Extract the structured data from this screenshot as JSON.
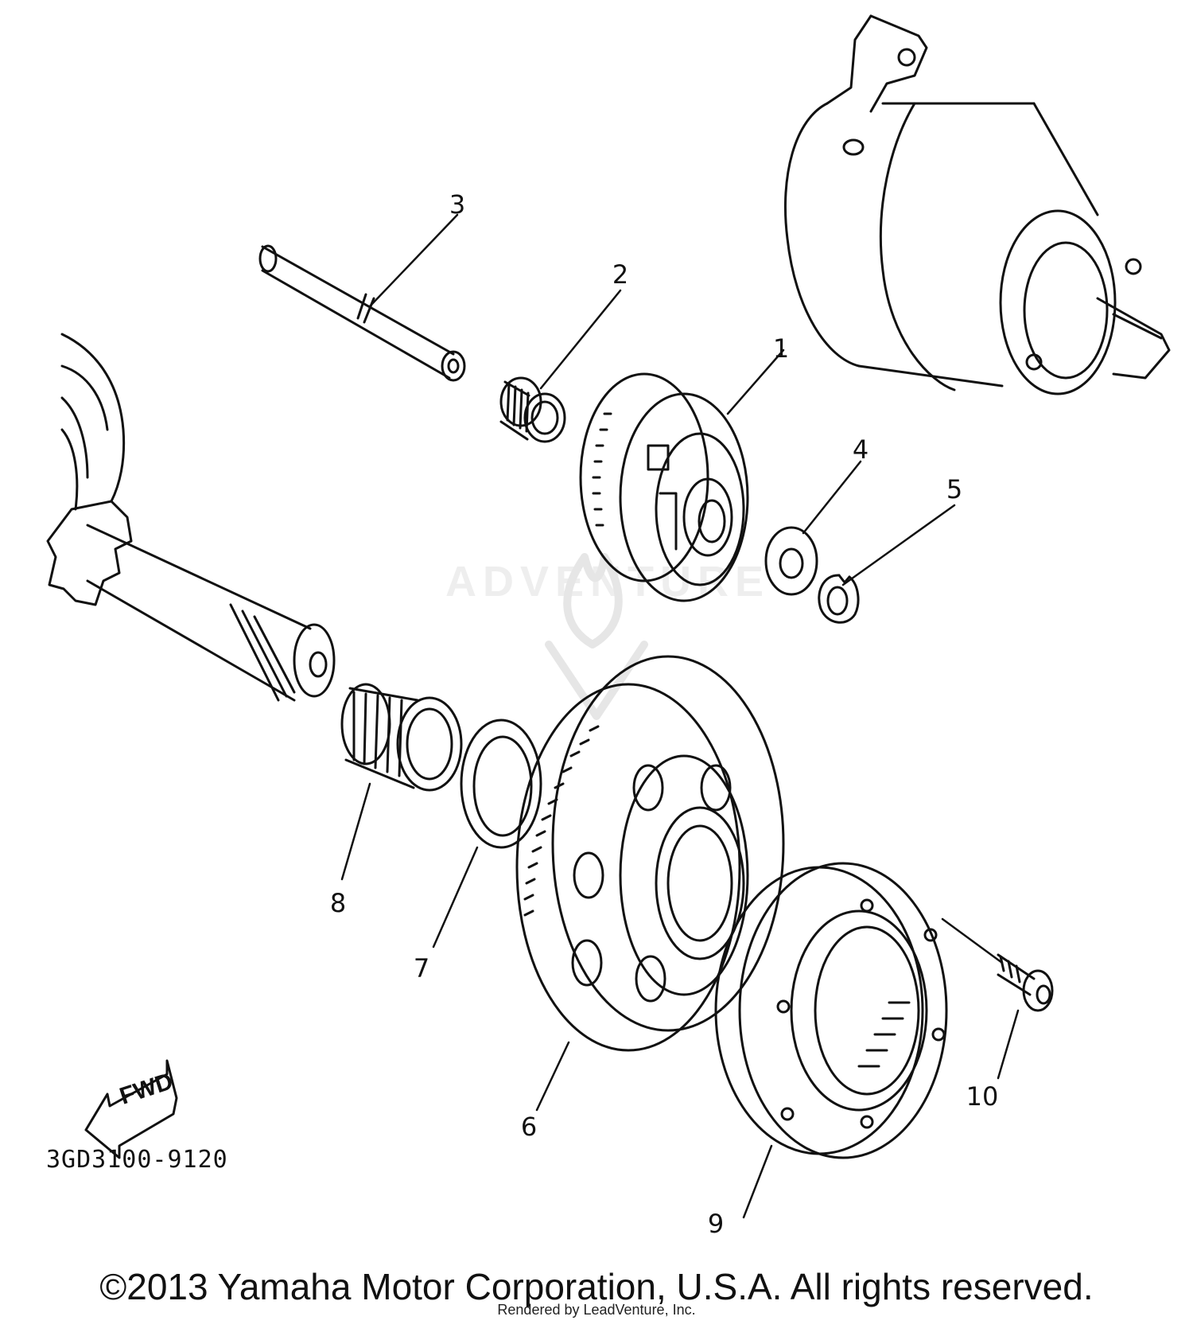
{
  "diagram": {
    "callouts": [
      {
        "id": "1",
        "label": "1"
      },
      {
        "id": "2",
        "label": "2"
      },
      {
        "id": "3",
        "label": "3"
      },
      {
        "id": "4",
        "label": "4"
      },
      {
        "id": "5",
        "label": "5"
      },
      {
        "id": "6",
        "label": "6"
      },
      {
        "id": "7",
        "label": "7"
      },
      {
        "id": "8",
        "label": "8"
      },
      {
        "id": "9",
        "label": "9"
      },
      {
        "id": "10",
        "label": "10"
      }
    ],
    "forward_marker": "FWD",
    "diagram_code": "3GD3100-9120",
    "watermark": "ADVENTURE"
  },
  "footer": {
    "copyright": "©2013 Yamaha Motor Corporation, U.S.A. All rights reserved.",
    "rendered_by": "Rendered by LeadVenture, Inc."
  }
}
